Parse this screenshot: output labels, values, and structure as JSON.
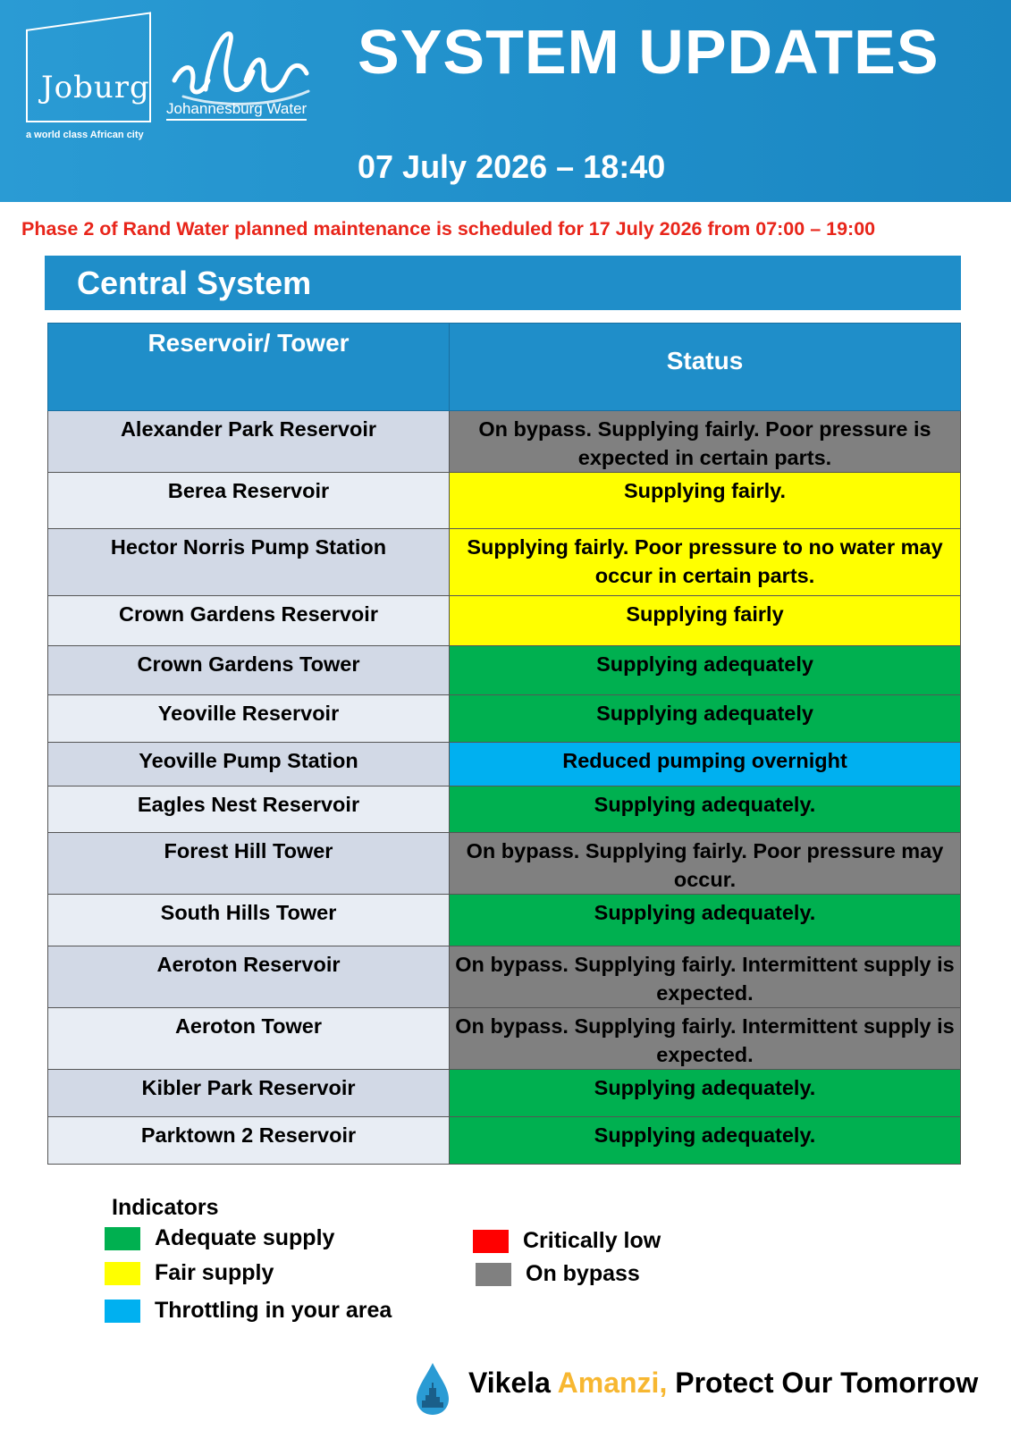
{
  "header": {
    "joburg_logo_text": "Joburg",
    "joburg_tagline": "a world class African city",
    "jw_logo_text": "Johannesburg Water",
    "title": "SYSTEM UPDATES",
    "datetime": "07 July 2026 – 18:40"
  },
  "notice": "Phase 2 of Rand Water planned maintenance is scheduled for 17 July 2026 from 07:00 – 19:00",
  "section_title": "Central System",
  "table": {
    "headers": [
      "Reservoir/ Tower",
      "Status"
    ],
    "rows": [
      {
        "name": "Alexander Park Reservoir",
        "status": "On bypass. Supplying fairly. Poor pressure is expected in certain parts.",
        "color": "grey"
      },
      {
        "name": "Berea Reservoir",
        "status": "Supplying fairly.",
        "color": "yellow"
      },
      {
        "name": "Hector Norris Pump Station",
        "status": "Supplying fairly. Poor pressure to no water may occur in certain parts.",
        "color": "yellow"
      },
      {
        "name": "Crown Gardens Reservoir",
        "status": "Supplying fairly",
        "color": "yellow"
      },
      {
        "name": "Crown Gardens Tower",
        "status": "Supplying adequately",
        "color": "green"
      },
      {
        "name": "Yeoville Reservoir",
        "status": "Supplying adequately",
        "color": "green"
      },
      {
        "name": "Yeoville Pump Station",
        "status": "Reduced pumping overnight",
        "color": "blue"
      },
      {
        "name": "Eagles Nest Reservoir",
        "status": "Supplying adequately.",
        "color": "green"
      },
      {
        "name": "Forest Hill Tower",
        "status": "On bypass. Supplying fairly. Poor pressure may occur.",
        "color": "grey"
      },
      {
        "name": "South Hills Tower",
        "status": "Supplying adequately.",
        "color": "green"
      },
      {
        "name": "Aeroton Reservoir",
        "status": "On bypass. Supplying fairly. Intermittent supply is expected.",
        "color": "grey"
      },
      {
        "name": "Aeroton Tower",
        "status": "On bypass. Supplying fairly. Intermittent supply is expected.",
        "color": "grey"
      },
      {
        "name": "Kibler Park Reservoir",
        "status": "Supplying adequately.",
        "color": "green"
      },
      {
        "name": "Parktown 2 Reservoir",
        "status": "Supplying adequately.",
        "color": "green"
      }
    ]
  },
  "indicators": {
    "title": "Indicators",
    "items": [
      {
        "label": "Adequate supply",
        "color": "#00b050"
      },
      {
        "label": "Fair supply",
        "color": "#ffff00"
      },
      {
        "label": "Throttling in your area",
        "color": "#00b0f0"
      },
      {
        "label": "Critically low",
        "color": "#ff0000"
      },
      {
        "label": "On bypass",
        "color": "#808080"
      }
    ]
  },
  "footer": {
    "part1": "Vikela ",
    "part2": "Amanzi,",
    "part3": " Protect Our Tomorrow"
  },
  "colors": {
    "header_blue": "#1f8ec9",
    "notice_red": "#e8251a",
    "green": "#00b050",
    "yellow": "#ffff00",
    "blue": "#00b0f0",
    "grey": "#808080",
    "amanzi_gold": "#f7b731"
  }
}
